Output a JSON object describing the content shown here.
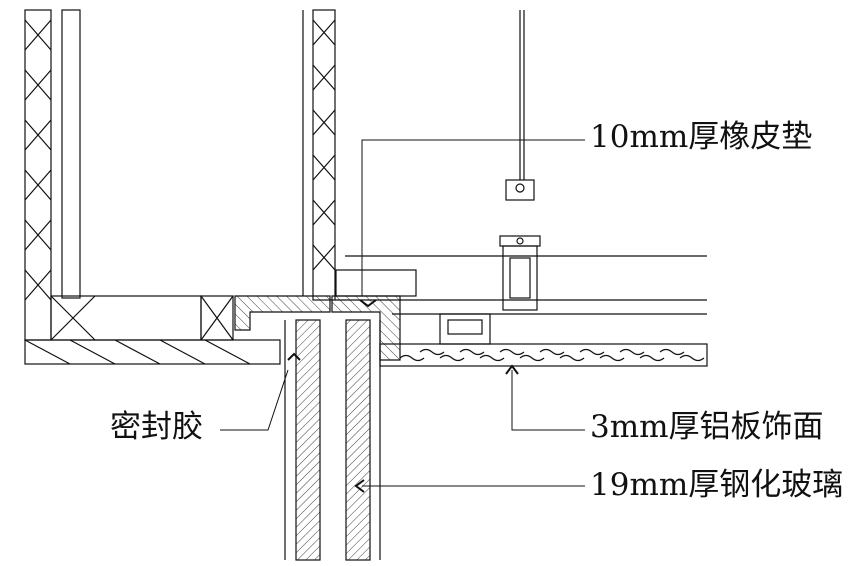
{
  "labels": {
    "rubber_pad": "10mm厚橡皮垫",
    "sealant": "密封胶",
    "aluminum_finish": "3mm厚铝板饰面",
    "tempered_glass": "19mm厚钢化玻璃"
  },
  "colors": {
    "line": "#111111",
    "background": "#ffffff"
  }
}
